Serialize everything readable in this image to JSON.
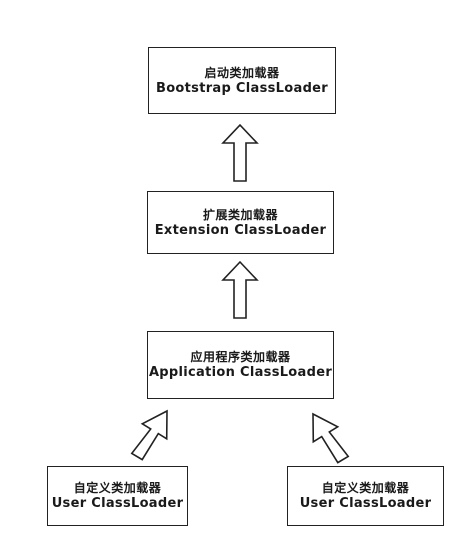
{
  "nodes": {
    "bootstrap": {
      "cn": "启动类加载器",
      "en": "Bootstrap ClassLoader"
    },
    "extension": {
      "cn": "扩展类加载器",
      "en": "Extension ClassLoader"
    },
    "application": {
      "cn": "应用程序类加载器",
      "en": "Application ClassLoader"
    },
    "user_left": {
      "cn": "自定义类加载器",
      "en": "User ClassLoader"
    },
    "user_right": {
      "cn": "自定义类加载器",
      "en": "User ClassLoader"
    }
  },
  "edges": [
    {
      "from": "extension",
      "to": "bootstrap"
    },
    {
      "from": "application",
      "to": "extension"
    },
    {
      "from": "user_left",
      "to": "application"
    },
    {
      "from": "user_right",
      "to": "application"
    }
  ]
}
